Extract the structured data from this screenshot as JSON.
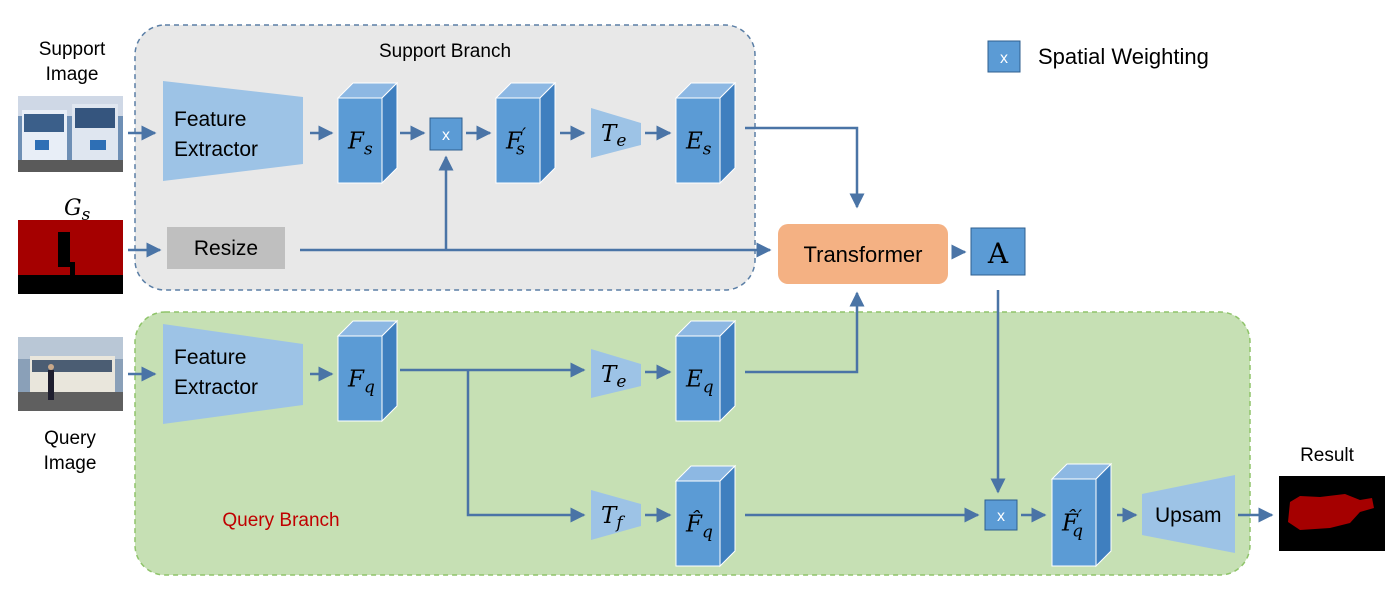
{
  "labels": {
    "support_image": [
      "Support",
      "Image"
    ],
    "query_image": [
      "Query",
      "Image"
    ],
    "gs": {
      "base": "G",
      "sub": "s"
    },
    "support_branch": "Support Branch",
    "query_branch": "Query Branch",
    "legend": "Spatial Weighting",
    "multiply": "x",
    "feature_extractor": [
      "Feature",
      "Extractor"
    ],
    "resize": "Resize",
    "transformer": "Transformer",
    "attention": "A",
    "upsam": "Upsam",
    "result": "Result"
  },
  "blocks": {
    "fs": {
      "base": "F",
      "sub": "s",
      "prime": ""
    },
    "fs_p": {
      "base": "F",
      "sub": "s",
      "prime": "′"
    },
    "te_s": {
      "base": "T",
      "sub": "e"
    },
    "es": {
      "base": "E",
      "sub": "s"
    },
    "fq": {
      "base": "F",
      "sub": "q",
      "prime": ""
    },
    "te_q": {
      "base": "T",
      "sub": "e"
    },
    "eq": {
      "base": "E",
      "sub": "q"
    },
    "tf": {
      "base": "T",
      "sub": "f"
    },
    "fq_hat": {
      "base": "F̂",
      "sub": "q",
      "prime": ""
    },
    "fq_hat_p": {
      "base": "F̂",
      "sub": "q",
      "prime": "′"
    }
  },
  "colors": {
    "support_bg": "#e8e8e8",
    "query_bg": "#c6e0b4",
    "block_front": "#5b9bd5",
    "block_top": "#8db8e3",
    "block_side": "#3f7fbf",
    "trapezoid": "#9dc3e6",
    "arrow": "#4a74a6",
    "transformer": "#f4b183",
    "resize": "#bfbfbf",
    "query_branch_text": "#c00000",
    "mask_red": "#a50000"
  }
}
